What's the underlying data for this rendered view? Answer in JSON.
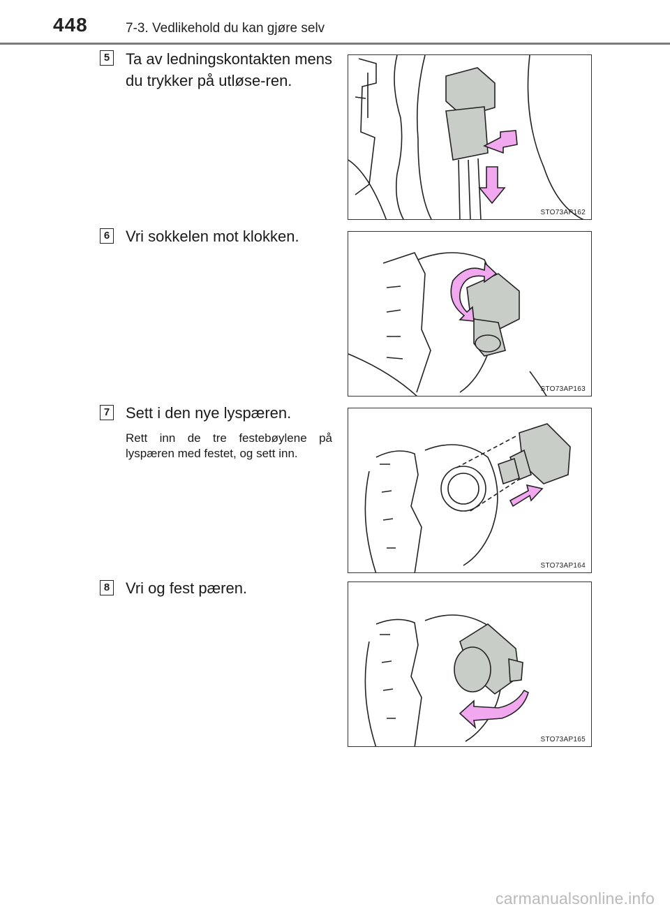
{
  "header": {
    "page_number": "448",
    "section_title": "7-3. Vedlikehold du kan gjøre selv"
  },
  "steps": [
    {
      "number": "5",
      "text": "Ta av ledningskontakten mens du trykker på utløse-ren.",
      "figure_code": "STO73AP162"
    },
    {
      "number": "6",
      "text": "Vri sokkelen mot klokken.",
      "figure_code": "STO73AP163"
    },
    {
      "number": "7",
      "text": "Sett i den nye lyspæren.",
      "subtext": "Rett inn de tre festebøylene på lyspæren med festet, og sett inn.",
      "figure_code": "STO73AP164"
    },
    {
      "number": "8",
      "text": "Vri og fest pæren.",
      "figure_code": "STO73AP165"
    }
  ],
  "colors": {
    "arrow": "#f2a8ee",
    "part": "#c9cdc7",
    "line": "#222222",
    "rule": "#7a7a7a"
  },
  "watermark": "carmanualsonline.info"
}
